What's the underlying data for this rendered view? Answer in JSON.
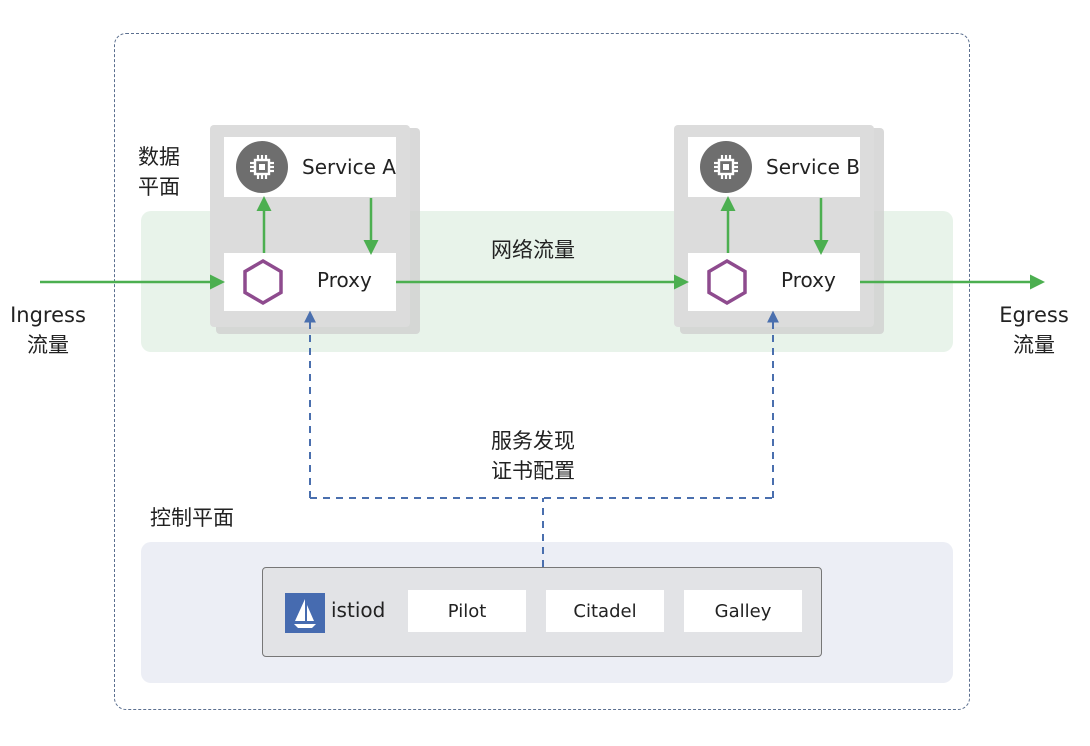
{
  "data_plane_label_line1": "数据",
  "data_plane_label_line2": "平面",
  "network_traffic_label": "网络流量",
  "ingress": {
    "line1": "Ingress",
    "line2": "流量"
  },
  "egress": {
    "line1": "Egress",
    "line2": "流量"
  },
  "service_a": {
    "label": "Service A",
    "icon": "cpu-chip-icon"
  },
  "service_b": {
    "label": "Service B",
    "icon": "cpu-chip-icon"
  },
  "proxy_a": {
    "label": "Proxy",
    "icon": "hexagon-icon"
  },
  "proxy_b": {
    "label": "Proxy",
    "icon": "hexagon-icon"
  },
  "discovery_label_line1": "服务发现",
  "discovery_label_line2": "证书配置",
  "control_plane_label": "控制平面",
  "istiod": {
    "label": "istiod",
    "icon": "istio-sail-icon"
  },
  "components": [
    "Pilot",
    "Citadel",
    "Galley"
  ],
  "colors": {
    "traffic_arrow": "#4caf50",
    "control_arrow": "#4a6fae",
    "hexagon": "#8e4b8e",
    "data_band": "#e8f3ea",
    "control_band": "#eceef5",
    "frame": "#5b6f8f",
    "istio_logo": "#466bb0"
  }
}
